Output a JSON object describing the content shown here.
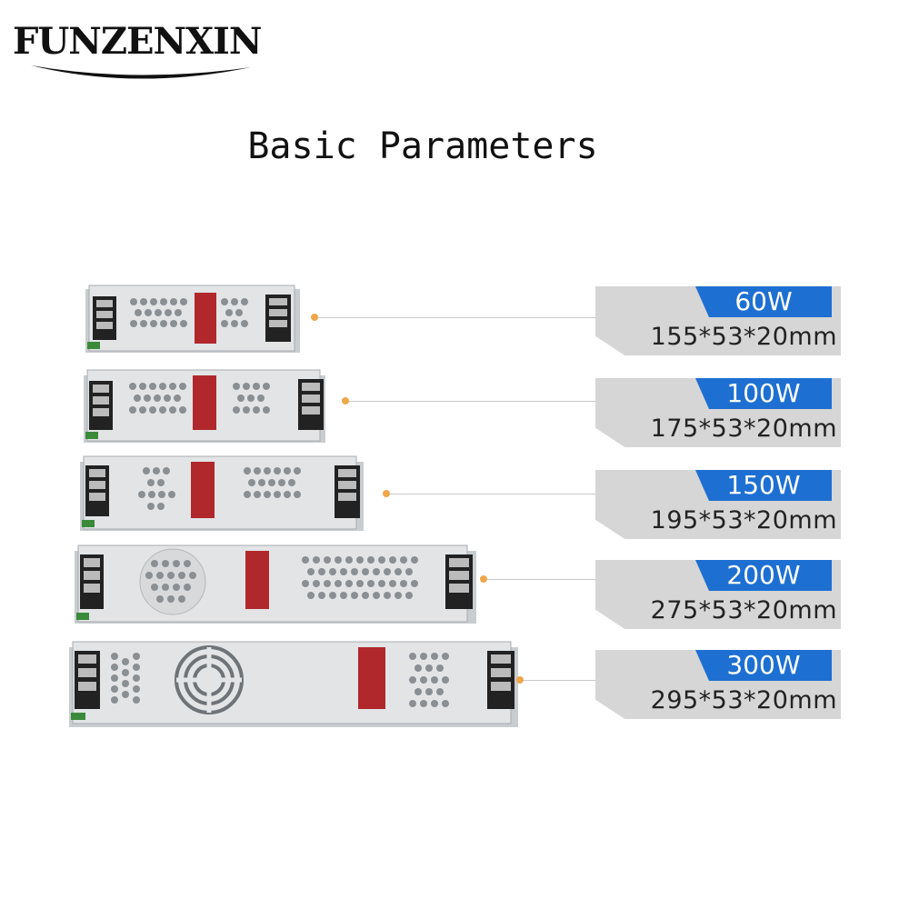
{
  "brand": {
    "name": "FUNZENXIN"
  },
  "title": "Basic Parameters",
  "accent": {
    "watt_bg": "#1e6fd2",
    "label_bg": "#d6d6d6",
    "dot": "#f0a64a"
  },
  "models": [
    {
      "watt": "60W",
      "dims": "155*53*20mm"
    },
    {
      "watt": "100W",
      "dims": "175*53*20mm"
    },
    {
      "watt": "150W",
      "dims": "195*53*20mm"
    },
    {
      "watt": "200W",
      "dims": "275*53*20mm"
    },
    {
      "watt": "300W",
      "dims": "295*53*20mm"
    }
  ]
}
